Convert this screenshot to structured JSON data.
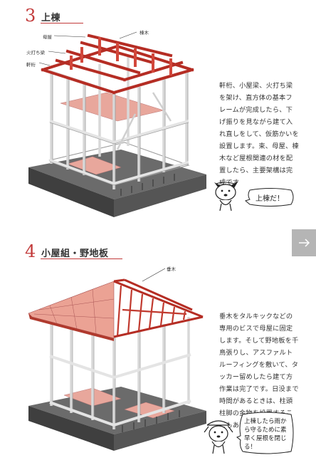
{
  "section1": {
    "number": "3",
    "title": "上棟",
    "labels": {
      "hoya": "母屋",
      "hiuchibari": "火打ち梁",
      "nokigeta": "軒桁",
      "munagi": "棟木"
    },
    "description": "軒桁、小屋梁、火打ち梁を架け、直方体の基本フレームが完成したら、下げ振りを見ながら建て入れ直しをして、仮筋かいを設置します。束、母屋、棟木など屋根関連の材を配置したら、主要架構は完成です",
    "speech": "上棟だ！"
  },
  "section2": {
    "number": "4",
    "title": "小屋組・野地板",
    "labels": {
      "taruki": "垂木"
    },
    "description": "垂木をタルキックなどの専用のビスで母屋に固定します。そして野地板を千鳥張りし、アスファルトルーフィングを敷いて、タッカー留めしたら建て方作業は完了です。日没まで時間があるときは、柱頭柱脚の金物を設置することもあります",
    "speech": "上棟したら雨から守るために素早く屋根を閉じる！"
  },
  "side_tab": {
    "icon": "arrow-right-icon"
  },
  "colors": {
    "accent": "#c23a3a",
    "frame_red": "#c0392b",
    "floor_pink": "#e8a79c",
    "roof_pink": "#eba294",
    "base_gray": "#5b5b5b"
  }
}
